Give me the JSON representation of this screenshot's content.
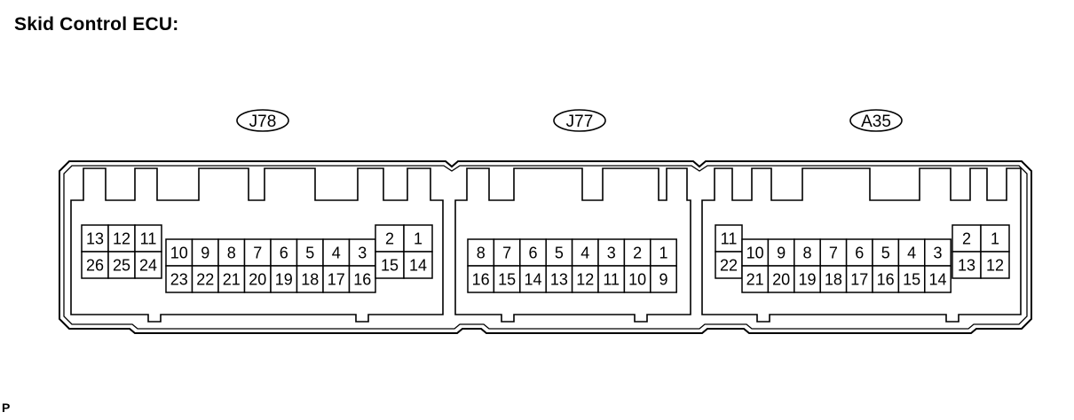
{
  "title": "Skid Control ECU:",
  "corner_mark": "P",
  "connectors": [
    {
      "label": "J78",
      "blocks": [
        {
          "cols": 3,
          "top": [
            "13",
            "12",
            "11"
          ],
          "bottom": [
            "26",
            "25",
            "24"
          ]
        },
        {
          "cols": 8,
          "top": [
            "10",
            "9",
            "8",
            "7",
            "6",
            "5",
            "4",
            "3"
          ],
          "bottom": [
            "23",
            "22",
            "21",
            "20",
            "19",
            "18",
            "17",
            "16"
          ]
        },
        {
          "cols": 2,
          "top": [
            "2",
            "1"
          ],
          "bottom": [
            "15",
            "14"
          ]
        }
      ]
    },
    {
      "label": "J77",
      "blocks": [
        {
          "cols": 8,
          "top": [
            "8",
            "7",
            "6",
            "5",
            "4",
            "3",
            "2",
            "1"
          ],
          "bottom": [
            "16",
            "15",
            "14",
            "13",
            "12",
            "11",
            "10",
            "9"
          ]
        }
      ]
    },
    {
      "label": "A35",
      "blocks": [
        {
          "cols": 1,
          "top": [
            "11"
          ],
          "bottom": [
            "22"
          ]
        },
        {
          "cols": 8,
          "top": [
            "10",
            "9",
            "8",
            "7",
            "6",
            "5",
            "4",
            "3"
          ],
          "bottom": [
            "21",
            "20",
            "19",
            "18",
            "17",
            "16",
            "15",
            "14"
          ]
        },
        {
          "cols": 2,
          "top": [
            "2",
            "1"
          ],
          "bottom": [
            "13",
            "12"
          ]
        }
      ]
    }
  ]
}
